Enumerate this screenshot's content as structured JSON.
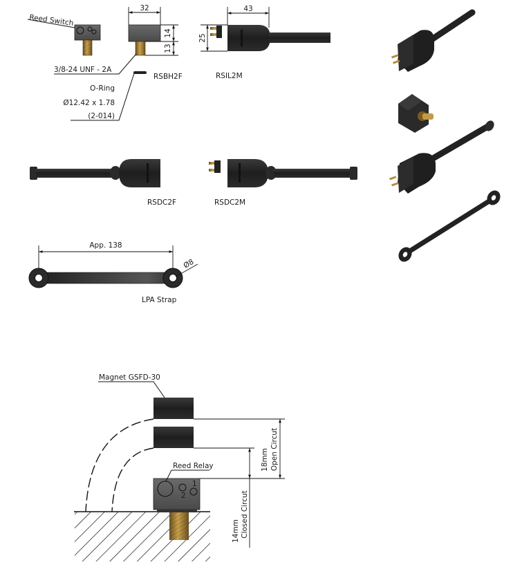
{
  "drawing": {
    "title": "Reed switch accessories technical drawing",
    "colors": {
      "body_dark": "#2a2a2a",
      "body_grey": "#5a5a5a",
      "brass": "#a8823a",
      "line": "#111111",
      "background": "#ffffff"
    }
  },
  "reed_switch": {
    "label": "Reed Switch",
    "thread_label": "3/8-24 UNF - 2A",
    "oring_label": "O-Ring",
    "oring_size": "Ø12.42 x 1.78",
    "oring_code": "(2-014)"
  },
  "rsbh2f": {
    "label": "RSBH2F",
    "dim_width": "32",
    "dim_height_body": "14",
    "dim_height_thread": "13"
  },
  "rsil2m": {
    "label": "RSIL2M",
    "dim_width": "43",
    "dim_height": "25"
  },
  "rsdc2f": {
    "label": "RSDC2F"
  },
  "rsdc2m": {
    "label": "RSDC2M"
  },
  "lpa_strap": {
    "label": "LPA Strap",
    "dim_length": "App. 138",
    "dim_hole": "Ø8"
  },
  "installation": {
    "magnet_label": "Magnet GSFD-30",
    "relay_label": "Reed Relay",
    "open_dim": "18mm",
    "open_label": "Open Circut",
    "closed_dim": "14mm",
    "closed_label": "Closed Circut",
    "relay_terminal_1": "1",
    "relay_terminal_2": "2"
  },
  "isometric_views": [
    {
      "name": "rsil2m-iso"
    },
    {
      "name": "rsbh2f-iso"
    },
    {
      "name": "rsdc2m-iso"
    },
    {
      "name": "lpa-strap-iso"
    }
  ]
}
